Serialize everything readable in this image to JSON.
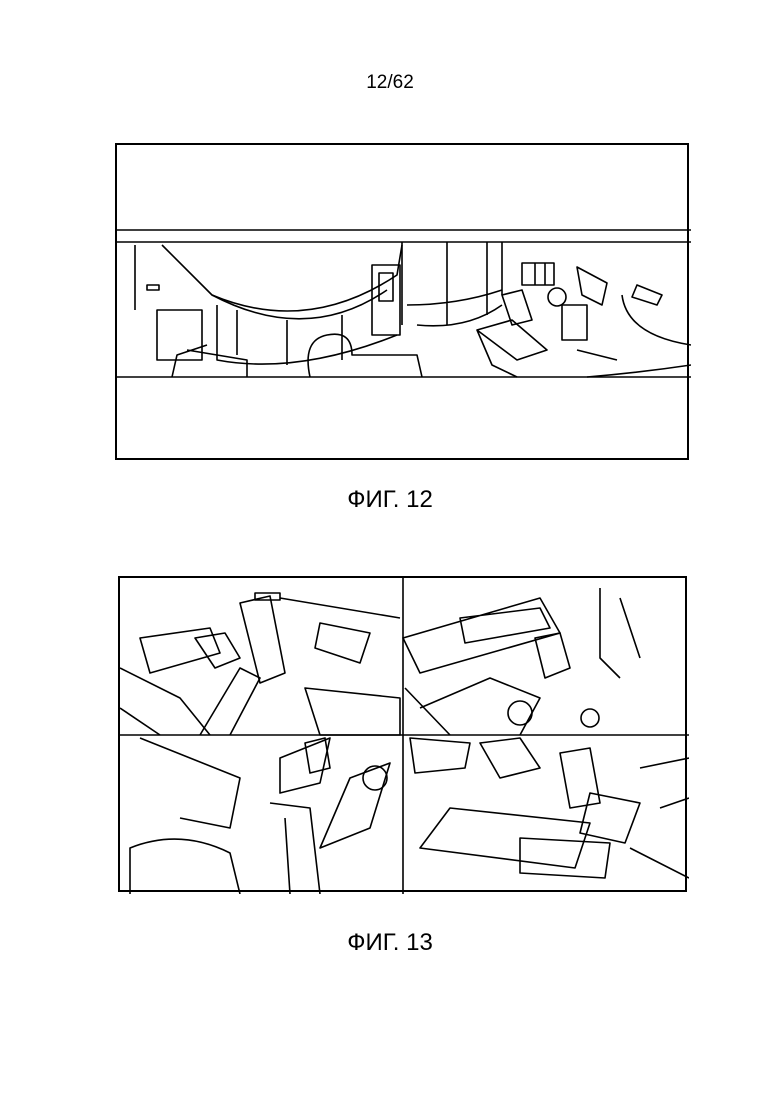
{
  "page_number": "12/62",
  "figures": [
    {
      "label": "ФИГ. 12"
    },
    {
      "label": "ФИГ. 13"
    }
  ]
}
